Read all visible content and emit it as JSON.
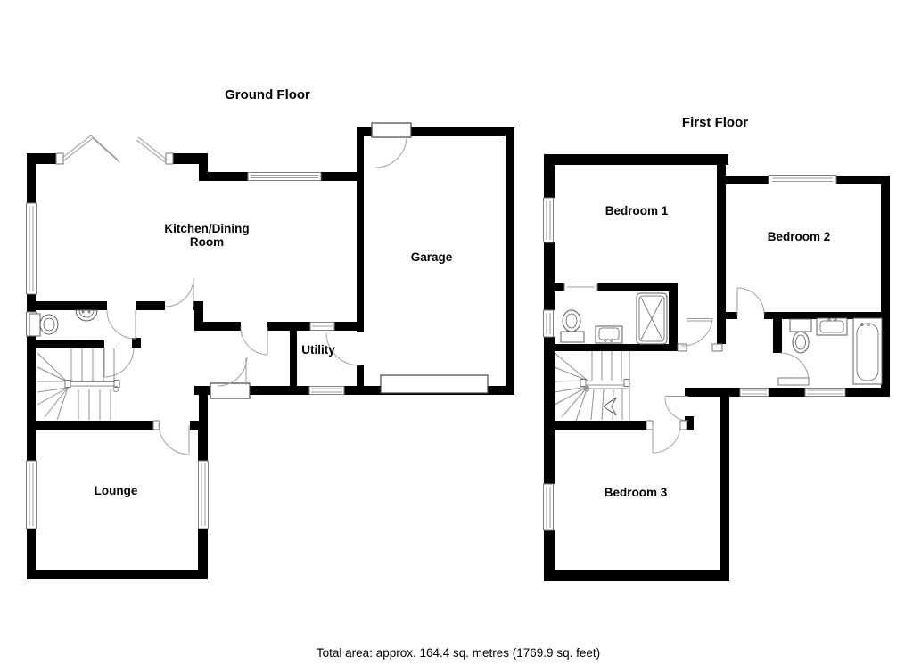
{
  "floors": {
    "ground": {
      "title": "Ground Floor",
      "rooms": {
        "kitchen_line1": "Kitchen/Dining",
        "kitchen_line2": "Room",
        "garage": "Garage",
        "utility": "Utility",
        "lounge": "Lounge"
      }
    },
    "first": {
      "title": "First Floor",
      "rooms": {
        "bedroom1": "Bedroom 1",
        "bedroom2": "Bedroom 2",
        "bedroom3": "Bedroom 3"
      }
    }
  },
  "footer": {
    "total_area": "Total area: approx. 164.4 sq. metres (1769.9 sq. feet)"
  },
  "colors": {
    "wall": "#000000",
    "door_arc": "#a3a3a3",
    "window": "#7d7d7d",
    "fixture": "#5c5c5c"
  }
}
